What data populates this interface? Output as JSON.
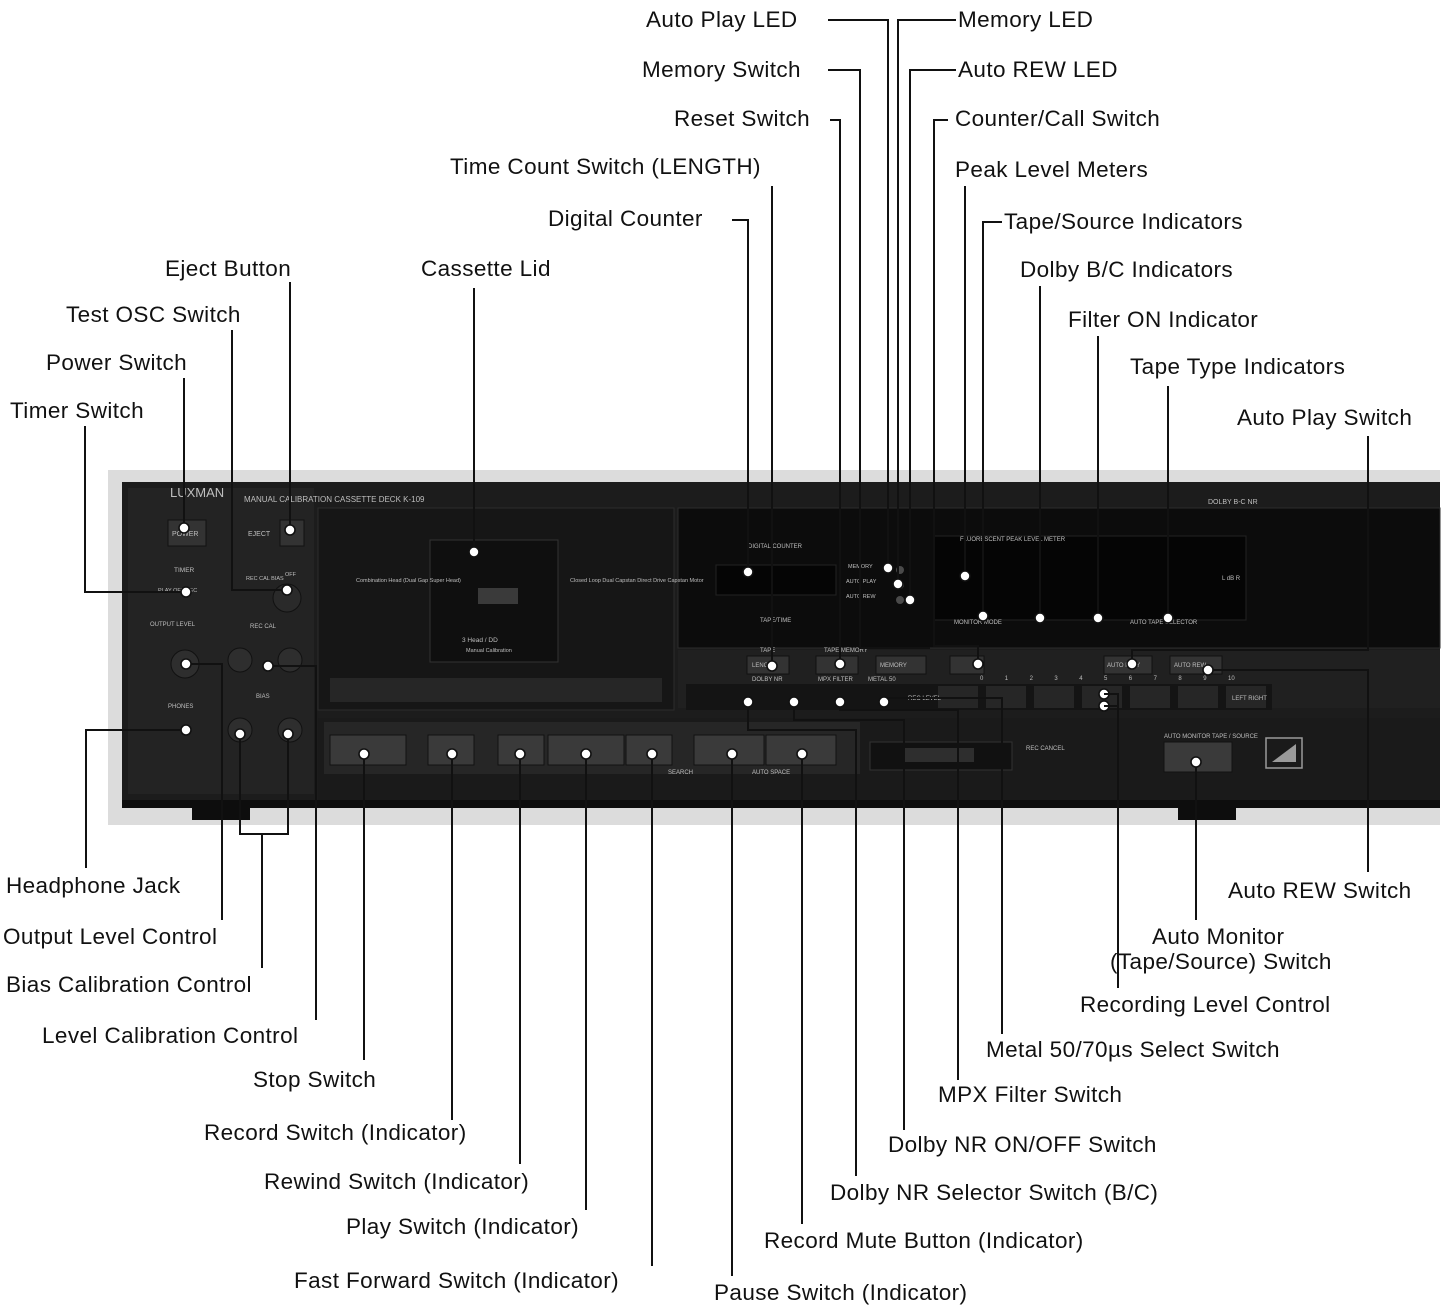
{
  "deck": {
    "brand": "LUXMAN",
    "model_line": "MANUAL CALIBRATION CASSETTE DECK  K-109",
    "dolby_badge": "DOLBY B-C NR",
    "power_label": "POWER",
    "eject_label": "EJECT",
    "timer_label": "TIMER",
    "timer_positions": "PLAY  OFF  REC",
    "rec_cal_bias_label": "REC CAL BIAS",
    "off_label": "OFF",
    "output_level_label": "OUTPUT LEVEL",
    "rec_cal_label": "REC CAL",
    "bias_label": "BIAS",
    "phones_label": "PHONES",
    "head_note": "Combination Head (Dual Gap Super Head)",
    "drive_note": "Closed Loop Dual Capstan Direct Drive Capstan Motor",
    "cassette_badge": "3 Head / DD",
    "cassette_badge_sub": "Manual Calibration",
    "digital_counter_label": "DIGITAL COUNTER",
    "tape_time_label": "TAPE/TIME",
    "led_memory": "MEMORY",
    "led_auto_play": "AUTO PLAY",
    "led_auto_rew": "AUTO REW",
    "meter_label": "FLUORESCENT PEAK LEVEL METER",
    "meter_side": "L  dB  R",
    "monitor_mode": "MONITOR MODE",
    "auto_tape_selector": "AUTO TAPE SELECTOR",
    "tape_label": "TAPE",
    "tape_memory_label": "TAPE MEMORY",
    "length_label": "LENGTH",
    "dolby_nr_label": "DOLBY NR",
    "mpx_filter_label": "MPX FILTER",
    "metal_label": "METAL 50",
    "memory_btn_label": "MEMORY",
    "auto_play_btn": "AUTO PLAY",
    "auto_rew_btn": "AUTO REW",
    "rec_level_label": "REC LEVEL",
    "left_right_label": "LEFT RIGHT",
    "scale_marks": [
      "0",
      "1",
      "2",
      "3",
      "4",
      "5",
      "6",
      "7",
      "8",
      "9",
      "10"
    ],
    "rec_cancel_label": "REC CANCEL",
    "auto_monitor_label": "AUTO MONITOR TAPE / SOURCE",
    "search_label": "SEARCH",
    "auto space_label": "AUTO SPACE"
  },
  "labels": {
    "auto_play_led": "Auto Play LED",
    "memory_led": "Memory LED",
    "memory_switch": "Memory Switch",
    "auto_rew_led": "Auto REW LED",
    "reset_switch": "Reset Switch",
    "counter_call_switch": "Counter/Call Switch",
    "time_count_switch": "Time Count Switch (LENGTH)",
    "peak_level_meters": "Peak Level Meters",
    "digital_counter": "Digital Counter",
    "tape_source_indicators": "Tape/Source Indicators",
    "eject_button": "Eject Button",
    "cassette_lid": "Cassette Lid",
    "dolby_bc_indicators": "Dolby B/C Indicators",
    "test_osc_switch": "Test OSC Switch",
    "filter_on_indicator": "Filter ON Indicator",
    "power_switch": "Power Switch",
    "tape_type_indicators": "Tape Type Indicators",
    "timer_switch": "Timer Switch",
    "auto_play_switch": "Auto Play Switch",
    "headphone_jack": "Headphone Jack",
    "output_level_control": "Output Level Control",
    "bias_calibration_control": "Bias Calibration Control",
    "level_calibration_control": "Level Calibration Control",
    "stop_switch": "Stop Switch",
    "record_switch": "Record Switch (Indicator)",
    "rewind_switch": "Rewind Switch (Indicator)",
    "play_switch": "Play Switch (Indicator)",
    "fast_forward_switch": "Fast Forward Switch (Indicator)",
    "pause_switch": "Pause Switch (Indicator)",
    "record_mute_button": "Record Mute Button (Indicator)",
    "dolby_nr_selector": "Dolby NR Selector Switch (B/C)",
    "dolby_nr_onoff": "Dolby NR ON/OFF Switch",
    "mpx_filter_switch": "MPX Filter Switch",
    "metal_select_switch": "Metal 50/70µs Select Switch",
    "recording_level_control": "Recording Level Control",
    "auto_monitor_switch_1": "Auto Monitor",
    "auto_monitor_switch_2": "(Tape/Source) Switch",
    "auto_rew_switch": "Auto REW Switch"
  }
}
